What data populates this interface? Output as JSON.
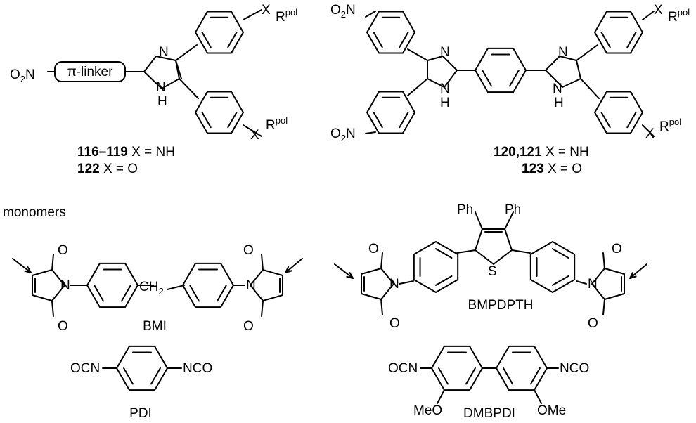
{
  "labels": {
    "no2": "O",
    "no2_sub": "2",
    "no2_n": "N",
    "linker": "π-linker",
    "N": "N",
    "NH_H": "H",
    "S": "S",
    "O": "O",
    "X": "X",
    "R": "R",
    "pol": "pol",
    "Ph": "Ph",
    "CH2": "CH",
    "CH2_sub": "2",
    "OCN": "OCN",
    "NCO": "NCO",
    "MeO": "MeO",
    "OMe": "OMe",
    "monomers": "monomers"
  },
  "captions": {
    "c1a_num": "116–119",
    "c1a_rest": " X = NH",
    "c1b_num": "122",
    "c1b_rest": " X = O",
    "c2a_num": "120",
    "c2a_sep": ",",
    "c2a_num2": "121",
    "c2a_rest": " X = NH",
    "c2b_num": "123",
    "c2b_rest": " X = O",
    "bmi": "BMI",
    "bmpdpth": "BMPDPTH",
    "pdi": "PDI",
    "dmbpdi": "DMBPDI"
  }
}
